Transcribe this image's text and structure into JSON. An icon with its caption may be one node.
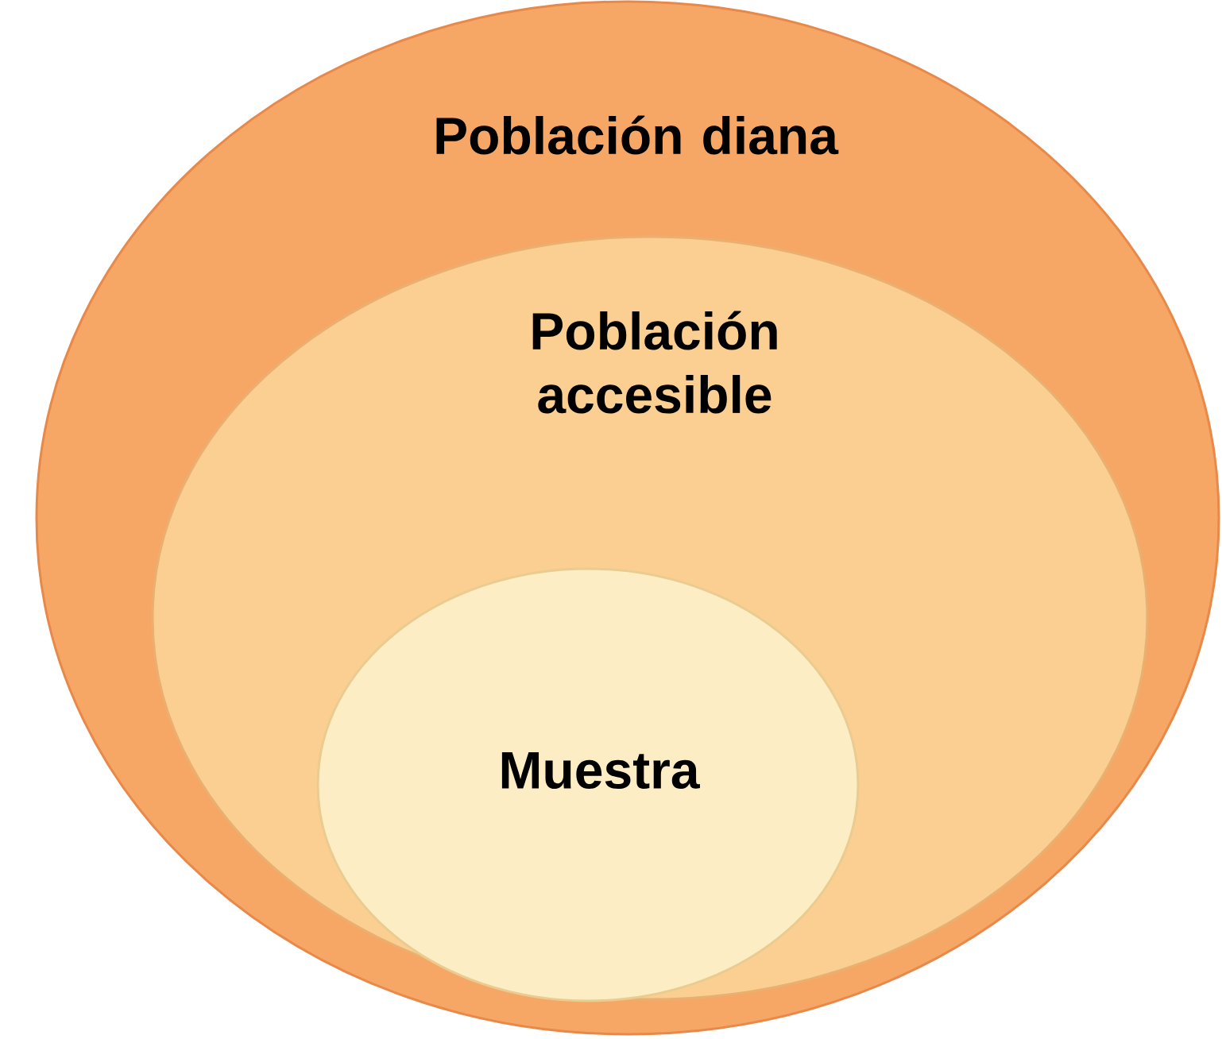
{
  "diagram": {
    "nodes": [
      {
        "text": [
          "Población diana"
        ]
      },
      {
        "text": [
          "Población accesible"
        ],
        "in": 0
      },
      {
        "text": [
          "Muestra"
        ],
        "in": 1
      }
    ]
  }
}
